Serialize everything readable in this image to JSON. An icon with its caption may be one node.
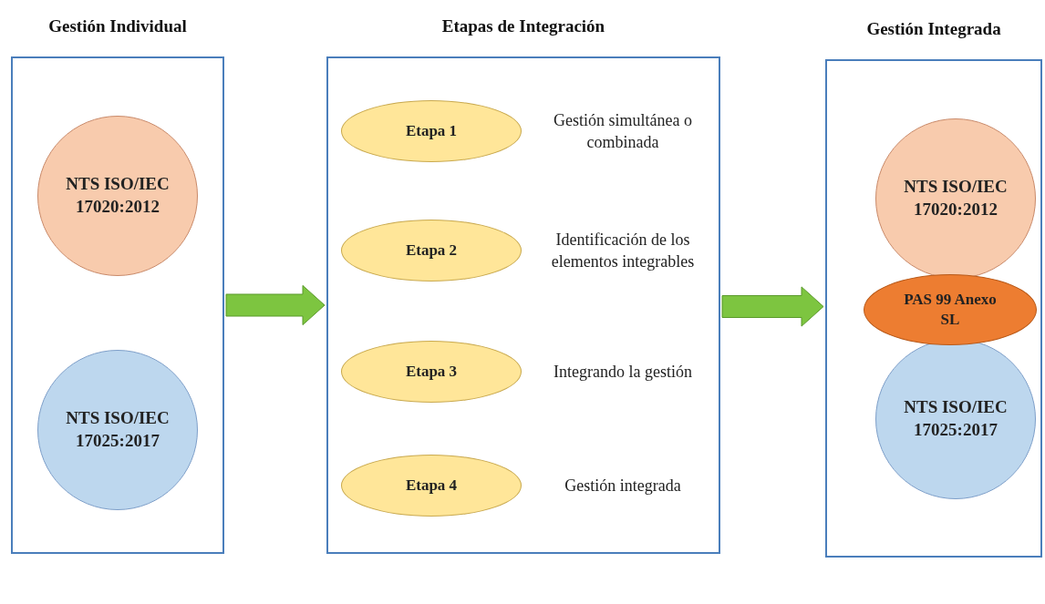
{
  "diagram": {
    "nodes": [
      {
        "text": [
          "Gestión Individual"
        ]
      },
      {
        "text": [
          "NTS ISO/IEC 17020:2012"
        ],
        "in": 0
      },
      {
        "text": [
          "NTS ISO/IEC 17025:2017"
        ],
        "in": 0
      },
      {
        "text": [
          "Etapas de Integración"
        ]
      },
      {
        "text": [
          "Etapa 1"
        ],
        "in": 3,
        "beside": [
          "Gestión simultánea o combinada"
        ]
      },
      {
        "text": [
          "Etapa 2"
        ],
        "in": 3,
        "beside": [
          "Identificación de los elementos integrables"
        ]
      },
      {
        "text": [
          "Etapa 3"
        ],
        "in": 3,
        "beside": [
          "Integrando la gestión"
        ]
      },
      {
        "text": [
          "Etapa 4"
        ],
        "in": 3,
        "beside": [
          "Gestión integrada"
        ]
      },
      {
        "text": [
          "Gestión Integrada"
        ]
      },
      {
        "text": [
          "NTS ISO/IEC 17020:2012"
        ],
        "in": 8
      },
      {
        "text": [
          "NTS ISO/IEC 17025:2017"
        ],
        "in": 8
      },
      {
        "text": [
          "PAS 99 Anexo SL"
        ],
        "in": 8
      }
    ],
    "edges": [
      {
        "from": 0,
        "to": 3,
        "arrow": "to",
        "style": "thick",
        "color": "#7dc540"
      },
      {
        "from": 3,
        "to": 8,
        "arrow": "to",
        "style": "thick",
        "color": "#7dc540"
      }
    ]
  }
}
